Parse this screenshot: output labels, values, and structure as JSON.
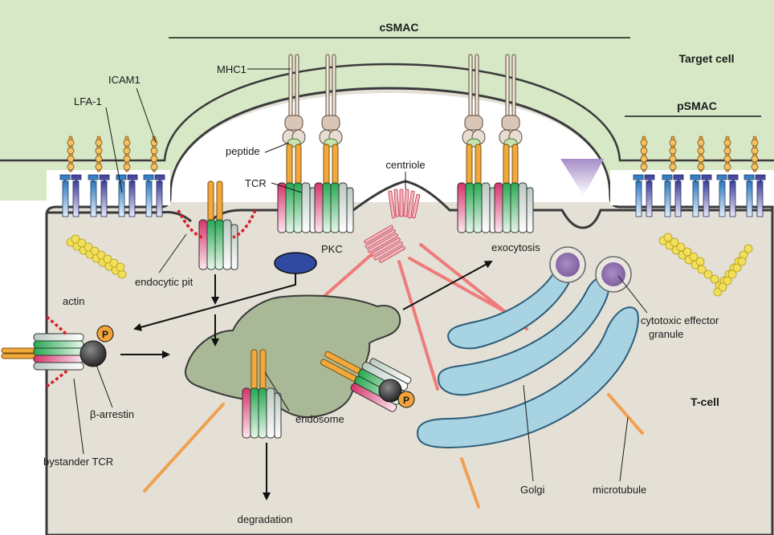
{
  "labels": {
    "csmac": "cSMAC",
    "target_cell": "Target cell",
    "psmac": "pSMAC",
    "icam1": "ICAM1",
    "lfa1": "LFA-1",
    "mhc1": "MHC1",
    "peptide": "peptide",
    "tcr": "TCR",
    "centriole": "centriole",
    "pkc": "PKC",
    "exocytosis": "exocytosis",
    "actin": "actin",
    "endocytic_pit": "endocytic pit",
    "cytotoxic_line1": "cytotoxic effector",
    "cytotoxic_line2": "granule",
    "p_marker": "P",
    "beta_arrestin": "β-arrestin",
    "endosome": "endosome",
    "bystander_tcr": "bystander TCR",
    "t_cell": "T-cell",
    "golgi": "Golgi",
    "microtubule": "microtubule",
    "degradation": "degradation"
  },
  "colors": {
    "target_cell": "#d7e8c6",
    "t_cell": "#e4e0d6",
    "membrane": "#3a3a3a",
    "endosome": "#a9b896",
    "golgi": "#a7d3e3",
    "microtubule": "#f0a050",
    "centriole": "#f08a96",
    "pkc": "#2f4aa0",
    "granule": "#9a7bb5",
    "actin": "#f2e05a",
    "p_marker": "#f3a33a"
  }
}
